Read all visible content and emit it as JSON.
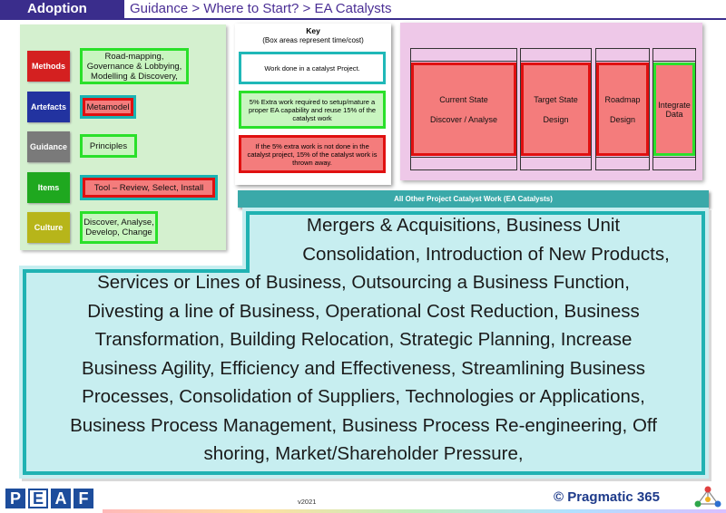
{
  "header": {
    "section": "Adoption",
    "breadcrumb": "Guidance > Where to Start? > EA Catalysts"
  },
  "left_panel": {
    "rows": [
      {
        "category": "Methods",
        "category_color": "#d42020",
        "box": "Road-mapping, Governance & Lobbying, Modelling & Discovery,",
        "box_style": "green"
      },
      {
        "category": "Artefacts",
        "category_color": "#2233a0",
        "box": "Metamodel",
        "box_style": "red"
      },
      {
        "category": "Guidance",
        "category_color": "#7a7a7a",
        "box": "Principles",
        "box_style": "green"
      },
      {
        "category": "Items",
        "category_color": "#1fa81f",
        "box": "Tool – Review, Select, Install",
        "box_style": "red"
      },
      {
        "category": "Culture",
        "category_color": "#b7b51a",
        "box": "Discover, Analyse, Develop, Change",
        "box_style": "green"
      }
    ]
  },
  "key": {
    "title": "Key",
    "subtitle": "(Box areas represent time/cost)",
    "items": [
      "Work done in a catalyst Project.",
      "5% Extra work required to setup/mature a proper EA capability and reuse 15% of the catalyst work",
      "If the 5% extra work is not done in the catalyst project, 15% of the catalyst work is thrown away."
    ]
  },
  "right_panel": {
    "boxes": [
      {
        "title": "Current State",
        "subtitle": "Discover / Analyse"
      },
      {
        "title": "Target State",
        "subtitle": "Design"
      },
      {
        "title": "Roadmap",
        "subtitle": "Design"
      },
      {
        "title": "Integrate Data",
        "subtitle": ""
      }
    ]
  },
  "band": {
    "label": "All Other Project Catalyst Work (EA Catalysts)"
  },
  "catalysts": {
    "lines": [
      "Mergers & Acquisitions, Business Unit",
      "Consolidation, Introduction of New Products,",
      "Services or Lines of Business, Outsourcing a Business Function,",
      "Divesting a line of Business, Operational Cost Reduction, Business",
      "Transformation, Building Relocation, Strategic Planning, Increase",
      "Business Agility, Efficiency and Effectiveness, Streamlining Business",
      "Processes, Consolidation of Suppliers, Technologies or Applications,",
      "Business Process Management, Business Process Re-engineering, Off",
      "shoring, Market/Shareholder Pressure,"
    ]
  },
  "footer": {
    "logo_letters": [
      "P",
      "E",
      "A",
      "F"
    ],
    "version": "v2021",
    "brand": "© Pragmatic 365",
    "colors": {
      "primary": "#3a2d8c",
      "teal": "#20b8b8",
      "green": "#2ae02a",
      "red": "#e01010"
    }
  }
}
